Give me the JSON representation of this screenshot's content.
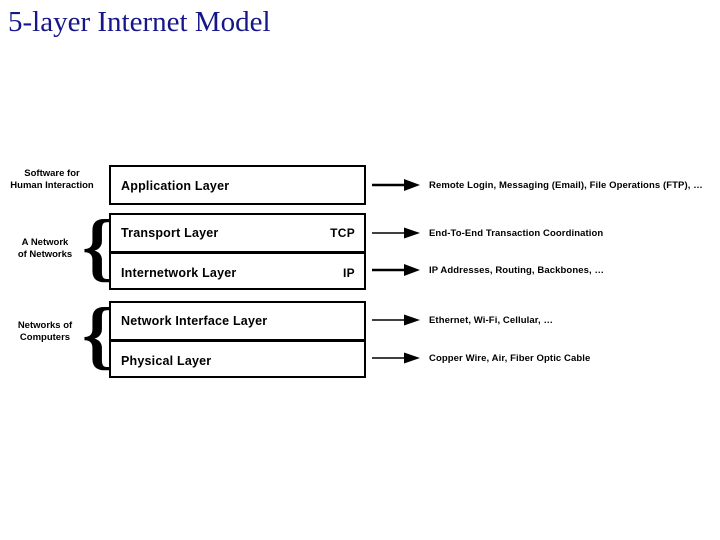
{
  "slide": {
    "title": "5-layer Internet Model",
    "title_color": "#16168c",
    "background_color": "#ffffff"
  },
  "diagram": {
    "type": "layered-stack-diagram",
    "side_captions": [
      {
        "id": "software",
        "line1": "Software for",
        "line2": "Human Interaction"
      },
      {
        "id": "network",
        "line1": "A Network",
        "line2": "of Networks"
      },
      {
        "id": "computers",
        "line1": "Networks of",
        "line2": "Computers"
      }
    ],
    "braces": [
      {
        "id": "brace-internet",
        "glyph": "{",
        "spans": [
          "Transport Layer",
          "Internetwork Layer"
        ]
      },
      {
        "id": "brace-network",
        "glyph": "{",
        "spans": [
          "Network Interface Layer",
          "Physical Layer"
        ]
      }
    ],
    "groups": [
      {
        "id": "application",
        "layers": [
          {
            "name": "Application Layer",
            "protocol": ""
          }
        ]
      },
      {
        "id": "internet",
        "layers": [
          {
            "name": "Transport Layer",
            "protocol": "TCP"
          },
          {
            "name": "Internetwork Layer",
            "protocol": "IP"
          }
        ]
      },
      {
        "id": "network",
        "layers": [
          {
            "name": "Network Interface Layer",
            "protocol": ""
          },
          {
            "name": "Physical Layer",
            "protocol": ""
          }
        ]
      }
    ],
    "annotations": [
      {
        "id": "application",
        "icon": "arrow-right-icon",
        "text": "Remote Login, Messaging (Email), File Operations (FTP), …"
      },
      {
        "id": "transport",
        "icon": "arrow-right-icon",
        "text": "End-To-End Transaction Coordination"
      },
      {
        "id": "internetwork",
        "icon": "arrow-right-icon",
        "text": "IP Addresses, Routing, Backbones, …"
      },
      {
        "id": "network-interface",
        "icon": "arrow-right-icon",
        "text": "Ethernet, Wi-Fi, Cellular, …"
      },
      {
        "id": "physical",
        "icon": "arrow-right-icon",
        "text": "Copper Wire, Air, Fiber Optic Cable"
      }
    ]
  }
}
